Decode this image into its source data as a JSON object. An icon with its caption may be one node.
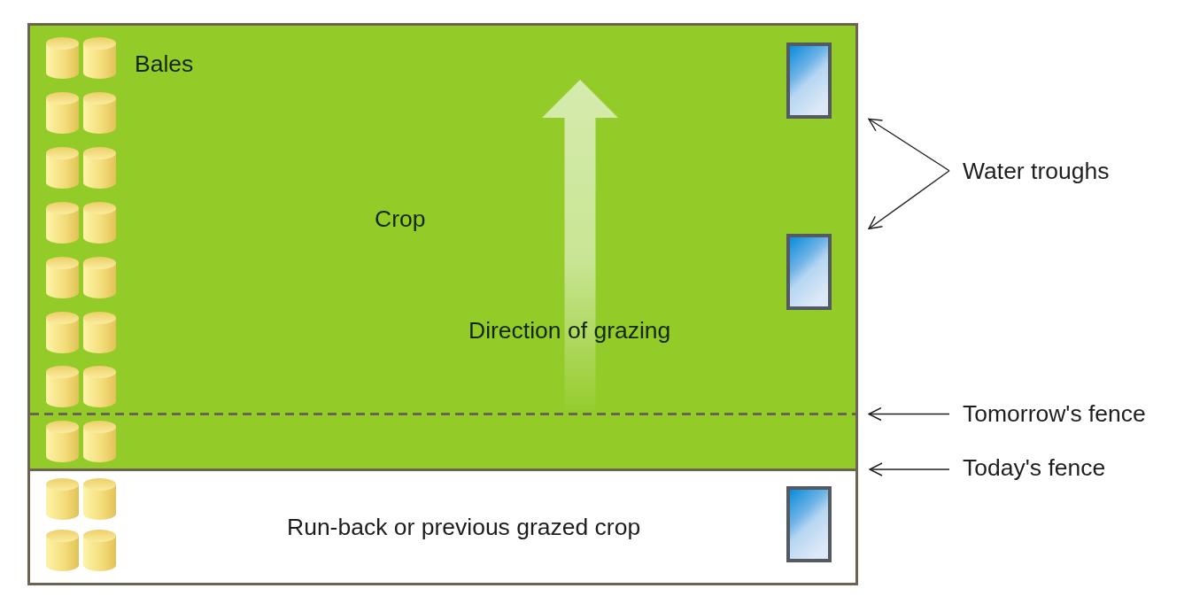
{
  "diagram": {
    "nodes": [
      {
        "text": [
          "Bales",
          "Crop",
          "Direction of grazing"
        ]
      },
      {
        "text": [],
        "shape": "box",
        "in": 0
      },
      {
        "text": [
          "Water troughs"
        ]
      },
      {
        "text": [],
        "shape": "box",
        "in": 0
      },
      {
        "text": [],
        "shape": "line",
        "in": 0
      },
      {
        "text": [
          "Tomorrow's fence"
        ]
      },
      {
        "text": [],
        "shape": "line"
      },
      {
        "text": [
          "Today's fence"
        ]
      },
      {
        "text": [
          "Run-back or previous grazed crop"
        ]
      },
      {
        "text": [],
        "shape": "box",
        "in": 8
      }
    ],
    "edges": [
      {
        "from": 2,
        "to": 1,
        "arrow": "to"
      },
      {
        "from": 2,
        "to": 3,
        "arrow": "to"
      },
      {
        "from": 5,
        "to": 4,
        "arrow": "to"
      },
      {
        "from": 7,
        "to": 6,
        "arrow": "to"
      }
    ]
  }
}
